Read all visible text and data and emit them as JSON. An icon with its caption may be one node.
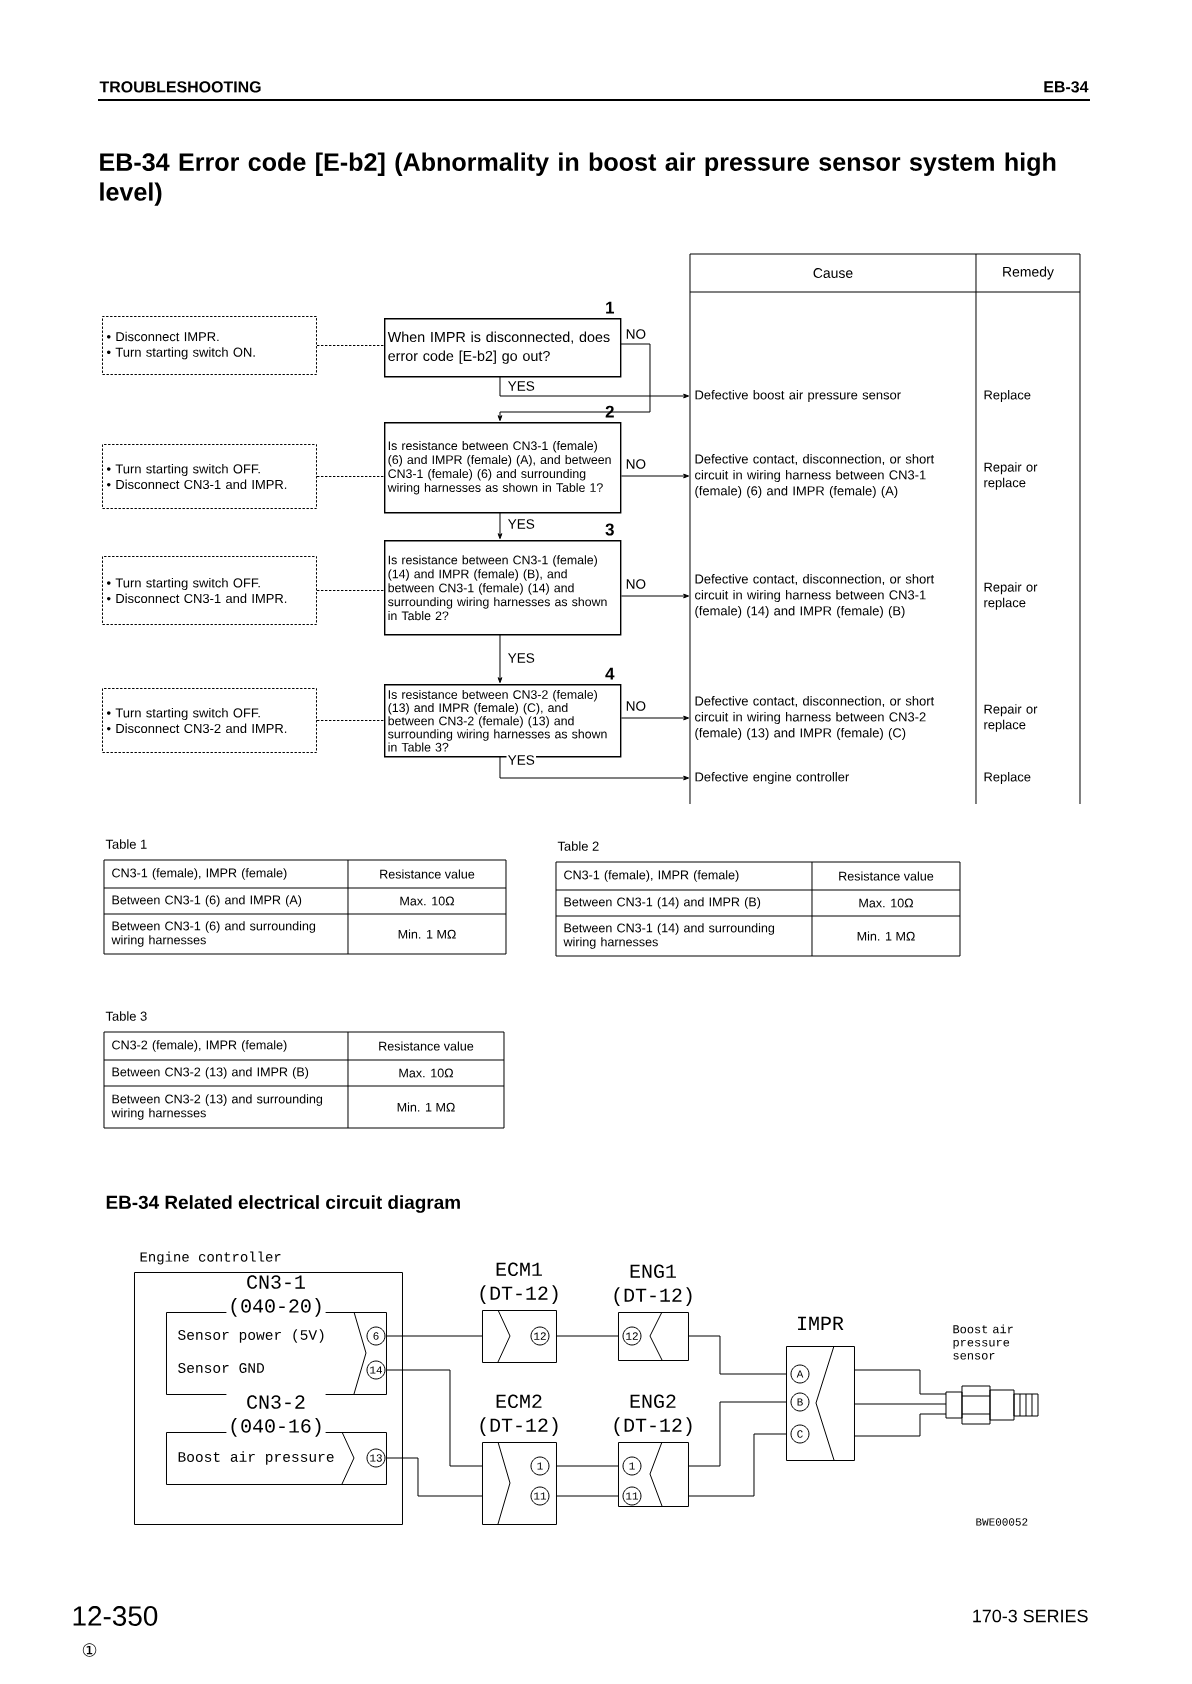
{
  "diagram": {
    "title": "EB-34 Error code [E-b2] (Abnormality in boost air pressure sensor system high level)",
    "nodes": [
      {
        "text": [
          "• Disconnect IMPR.",
          "• Turn starting switch ON."
        ]
      },
      {
        "text": [
          "• Turn starting switch OFF.",
          "• Disconnect CN3-1 and IMPR."
        ]
      },
      {
        "text": [
          "• Turn starting switch OFF.",
          "• Disconnect CN3-1 and IMPR."
        ]
      },
      {
        "text": [
          "• Turn starting switch OFF.",
          "• Disconnect CN3-2 and IMPR."
        ]
      },
      {
        "text": [
          "When IMPR is disconnected, does error code [E-b2] go out?"
        ],
        "beside": [
          "1"
        ]
      },
      {
        "text": [
          "Is resistance between CN3-1 (female) (6) and IMPR (female) (A), and between CN3-1 (female) (6) and surrounding wiring harnesses as shown in Table 1?"
        ],
        "beside": [
          "2"
        ]
      },
      {
        "text": [
          "Is resistance between CN3-1 (female) (14) and IMPR (female) (B), and between CN3-1 (female) (14) and surrounding wiring harnesses as shown in Table 2?"
        ],
        "beside": [
          "3"
        ]
      },
      {
        "text": [
          "Is resistance between CN3-2 (female) (13) and IMPR (female) (C), and between CN3-2 (female) (13) and surrounding wiring harnesses as shown in Table 3?"
        ],
        "beside": [
          "4"
        ]
      },
      {
        "text": [
          "Defective boost air pressure sensor"
        ]
      },
      {
        "text": [
          "Defective contact, disconnection, or short circuit in wiring harness between CN3-1 (female) (6) and IMPR (female) (A)"
        ]
      },
      {
        "text": [
          "Defective contact, disconnection, or short circuit in wiring harness between CN3-1 (female) (14) and IMPR (female) (B)"
        ]
      },
      {
        "text": [
          "Defective contact, disconnection, or short circuit in wiring harness between CN3-2 (female) (13) and IMPR (female) (C)"
        ]
      },
      {
        "text": [
          "Defective engine controller"
        ]
      },
      {
        "text": [
          "Engine controller"
        ]
      },
      {
        "text": [
          "CN3-1 (040-20)",
          "Sensor power (5V)",
          "Sensor GND",
          "6",
          "14"
        ],
        "in": 13
      },
      {
        "text": [
          "CN3-2 (040-16)",
          "Boost air pressure",
          "13"
        ],
        "in": 13
      },
      {
        "text": [
          "ECM1 (DT-12)",
          "12"
        ]
      },
      {
        "text": [
          "ECM2 (DT-12)",
          "1",
          "11"
        ]
      },
      {
        "text": [
          "ENG1 (DT-12)",
          "12"
        ]
      },
      {
        "text": [
          "ENG2 (DT-12)",
          "1",
          "11"
        ]
      },
      {
        "text": [
          "IMPR",
          "A",
          "B",
          "C"
        ]
      },
      {
        "text": [],
        "shape": "picture",
        "beside": [
          "Boost air pressure sensor"
        ]
      }
    ],
    "edges": [
      {
        "from": 0,
        "to": 4,
        "arrow": "none",
        "style": "dashed"
      },
      {
        "from": 1,
        "to": 5,
        "arrow": "none",
        "style": "dashed"
      },
      {
        "from": 2,
        "to": 6,
        "arrow": "none",
        "style": "dashed"
      },
      {
        "from": 3,
        "to": 7,
        "arrow": "none",
        "style": "dashed"
      },
      {
        "from": 4,
        "to": 8,
        "arrow": "to",
        "label": "YES"
      },
      {
        "from": 4,
        "to": 5,
        "arrow": "to",
        "label": "NO"
      },
      {
        "from": 5,
        "to": 9,
        "arrow": "to",
        "label": "NO"
      },
      {
        "from": 5,
        "to": 6,
        "arrow": "to",
        "label": "YES"
      },
      {
        "from": 6,
        "to": 10,
        "arrow": "to",
        "label": "NO"
      },
      {
        "from": 6,
        "to": 7,
        "arrow": "to",
        "label": "YES"
      },
      {
        "from": 7,
        "to": 11,
        "arrow": "to",
        "label": "NO"
      },
      {
        "from": 7,
        "to": 12,
        "arrow": "to",
        "label": "YES"
      },
      {
        "from": 14,
        "to": 16,
        "arrow": "none"
      },
      {
        "from": 16,
        "to": 18,
        "arrow": "none"
      },
      {
        "from": 18,
        "to": 20,
        "arrow": "none"
      },
      {
        "from": 14,
        "to": 17,
        "arrow": "none"
      },
      {
        "from": 15,
        "to": 17,
        "arrow": "none"
      },
      {
        "from": 17,
        "to": 19,
        "arrow": "none"
      },
      {
        "from": 17,
        "to": 19,
        "arrow": "none"
      },
      {
        "from": 19,
        "to": 20,
        "arrow": "none"
      },
      {
        "from": 19,
        "to": 20,
        "arrow": "none"
      },
      {
        "from": 20,
        "to": 21,
        "arrow": "none"
      },
      {
        "from": 20,
        "to": 21,
        "arrow": "none"
      },
      {
        "from": 20,
        "to": 21,
        "arrow": "none"
      }
    ],
    "labels": [
      "TROUBLESHOOTING",
      "EB-34",
      "Cause",
      "Remedy",
      "Replace",
      "Repair or replace",
      "Repair or replace",
      "Repair or replace",
      "Replace",
      "Table 1",
      "CN3-1 (female), IMPR (female)",
      "Resistance value",
      "Between CN3-1 (6) and IMPR (A)",
      "Max. 10Ω",
      "Between CN3-1 (6) and surrounding wiring harnesses",
      "Min. 1 MΩ",
      "Table 2",
      "CN3-1 (female), IMPR (female)",
      "Resistance value",
      "Between CN3-1 (14) and IMPR (B)",
      "Max. 10Ω",
      "Between CN3-1 (14) and surrounding wiring harnesses",
      "Min. 1 MΩ",
      "Table 3",
      "CN3-2 (female), IMPR (female)",
      "Resistance value",
      "Between CN3-2 (13) and IMPR (B)",
      "Max. 10Ω",
      "Between CN3-2 (13) and surrounding wiring harnesses",
      "Min. 1 MΩ",
      "EB-34 Related electrical circuit diagram",
      "BWE00052",
      "12-350",
      "①",
      "170-3 SERIES"
    ]
  }
}
